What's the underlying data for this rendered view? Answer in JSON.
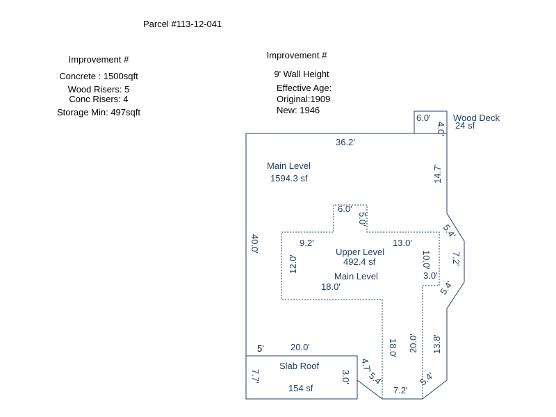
{
  "header": {
    "parcel": "Parcel #113-12-041"
  },
  "left_info": {
    "improvement": "Improvement #",
    "concrete": "Concrete : 1500sqft",
    "wood_risers": "Wood Risers: 5",
    "conc_risers": "Conc Risers: 4",
    "storage_min": "Storage Min: 497sqft"
  },
  "right_info": {
    "improvement": "Improvement #",
    "wall_height": "9' Wall Height",
    "effective_age": "Effective Age:",
    "original": "Original:1909",
    "new": "New: 1946"
  },
  "areas": {
    "wood_deck_name": "Wood Deck",
    "wood_deck_area": "24 sf",
    "main_level_name": "Main Level",
    "main_level_area": "1594.3 sf",
    "upper_level_name": "Upper Level",
    "upper_level_area": "492.4 sf",
    "upper_main_level": "Main Level",
    "slab_roof_name": "Slab Roof",
    "slab_roof_area": "154 sf"
  },
  "dimensions": {
    "deck_width": "6.0'",
    "deck_depth": "4.0'",
    "top": "36.2'",
    "right_upper": "14.7'",
    "diag_upper": "5.4'",
    "right_bay": "7.2'",
    "diag_lower": "5.4'",
    "right_lower": "13.8'",
    "diag_bottom_right": "5.4'",
    "bottom_right": "7.2'",
    "diag_bottom_left": "5.4'",
    "step_short": "4.7'",
    "left": "40.0'",
    "bottom_left_offset": "5'",
    "slab_top": "20.0'",
    "slab_left": "7.7'",
    "slab_right": "3.0'",
    "upper_bump_width": "6.0'",
    "upper_bump_depth": "5.0'",
    "upper_left_top": "9.2'",
    "upper_right_top": "13.0'",
    "upper_left": "12.0'",
    "upper_right": "10.0'",
    "upper_notch": "3.0'",
    "upper_bottom": "18.0'",
    "main_lower_left": "18.0'",
    "main_lower_right": "20.0'"
  },
  "colors": {
    "outline": "#1f3f66",
    "label": "#1f3f66",
    "header_text": "#000000"
  }
}
